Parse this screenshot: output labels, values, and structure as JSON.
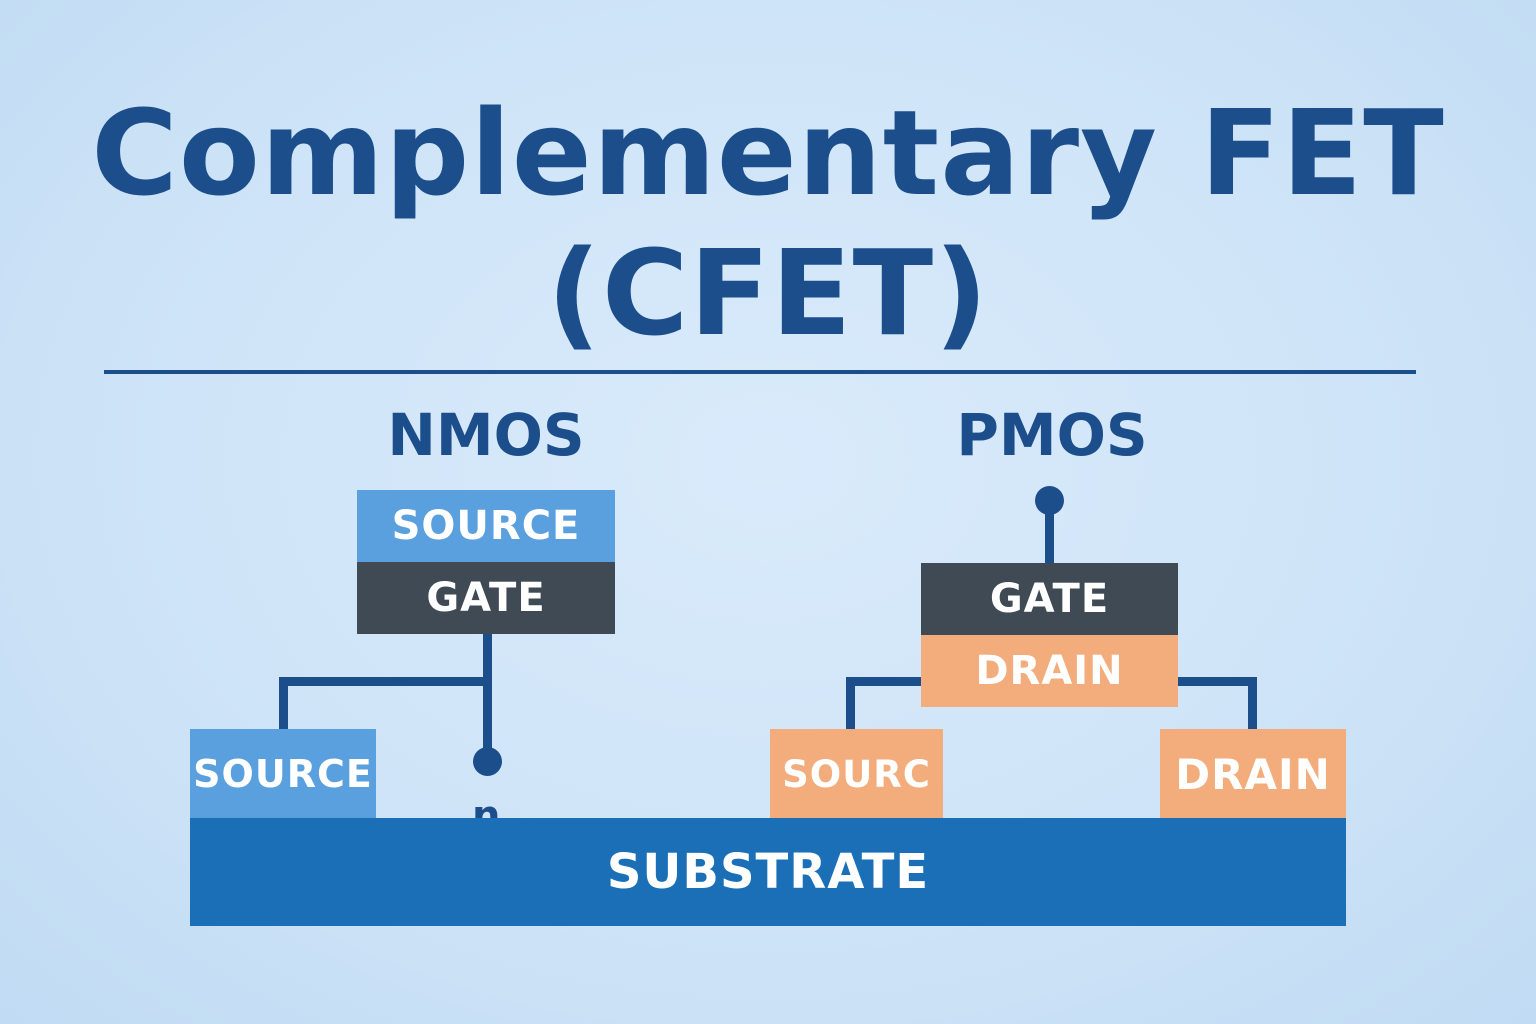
{
  "title": {
    "line1": "Complementary FET",
    "line2": "(CFET)"
  },
  "nmos": {
    "label": "NMOS",
    "top_source": "SOURCE",
    "gate": "GATE",
    "bottom_source": "SOURCE",
    "terminal": "n"
  },
  "pmos": {
    "label": "PMOS",
    "gate": "GATE",
    "drain": "DRAIN",
    "bottom_source": "SOURC",
    "bottom_drain": "DRAIN"
  },
  "substrate": {
    "label": "SUBSTRATE"
  },
  "colors": {
    "title": "#1c4e8c",
    "source_blue": "#5aa0de",
    "gate_dark": "#3f4a54",
    "orange": "#f3ad7d",
    "substrate": "#1a6fb7",
    "background": "#d3e7fa"
  }
}
